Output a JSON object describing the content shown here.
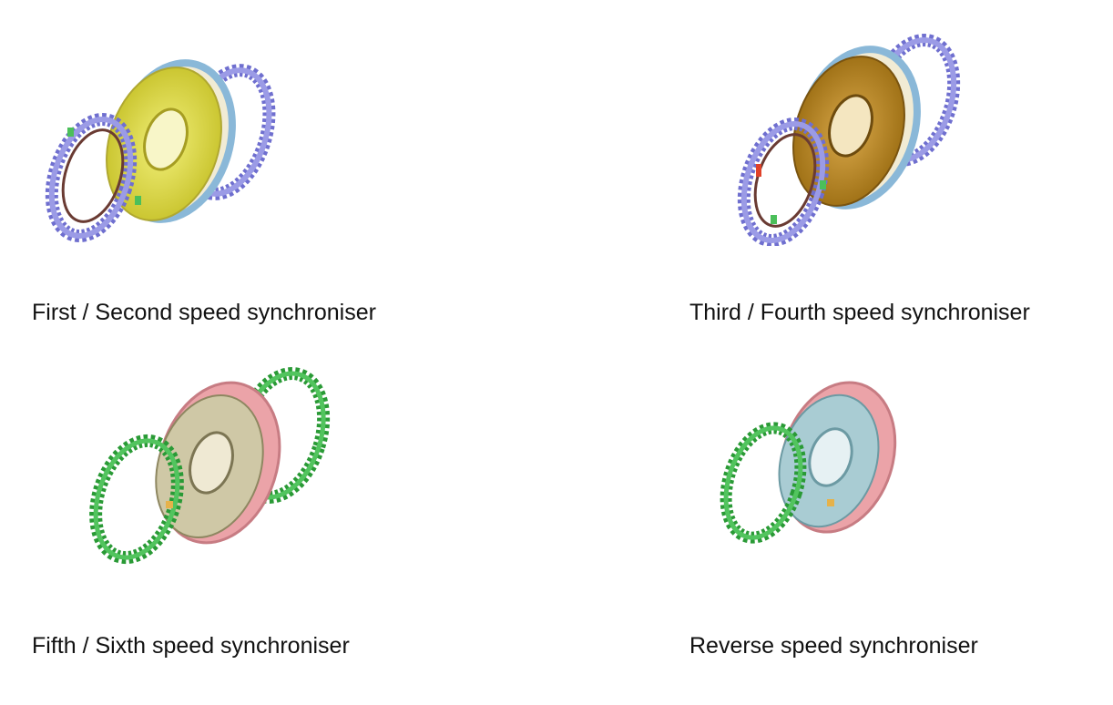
{
  "figures": [
    {
      "caption": "First / Second speed synchroniser",
      "icon": "first-second-synchroniser-illustration",
      "colors": {
        "rings": "#7b7bd6",
        "hub": "#d9d63a",
        "sleeve": "#f3edd6",
        "band": "#8ab8d8"
      }
    },
    {
      "caption": "Third / Fourth speed synchroniser",
      "icon": "third-fourth-synchroniser-illustration",
      "colors": {
        "rings": "#7b7bd6",
        "hub": "#b8861f",
        "sleeve": "#f3edd6",
        "band": "#8ab8d8"
      }
    },
    {
      "caption": "Fifth / Sixth speed synchroniser",
      "icon": "fifth-sixth-synchroniser-illustration",
      "colors": {
        "rings": "#2e9e3a",
        "hub": "#c9c4a3",
        "sleeve": "#e9a3a8"
      }
    },
    {
      "caption": "Reverse speed synchroniser",
      "icon": "reverse-synchroniser-illustration",
      "colors": {
        "rings": "#2e9e3a",
        "hub": "#9fc4cc",
        "sleeve": "#e9a3a8"
      }
    }
  ]
}
